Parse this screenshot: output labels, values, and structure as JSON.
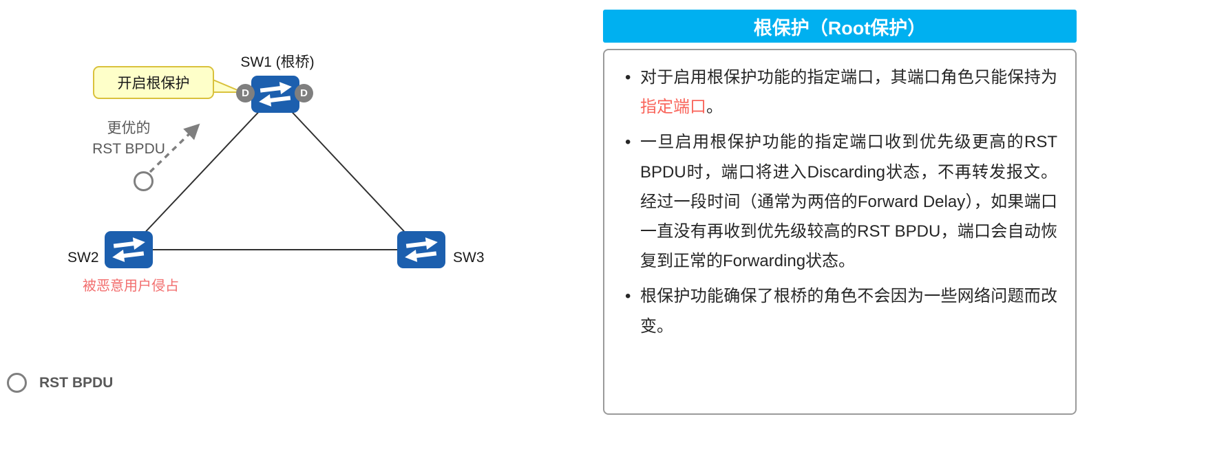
{
  "diagram": {
    "sw1": {
      "label": "SW1 (根桥)",
      "port_left": "D",
      "port_right": "D"
    },
    "sw2": {
      "label": "SW2",
      "note": "被恶意用户侵占"
    },
    "sw3": {
      "label": "SW3"
    },
    "callout": "开启根保护",
    "bpdu_hint": {
      "line1": "更优的",
      "line2": "RST BPDU"
    },
    "legend": {
      "label": "RST BPDU"
    }
  },
  "panel": {
    "title": "根保护（Root保护）",
    "bullet1": {
      "pre": "对于启用根保护功能的指定端口，其端口角色只能保持为",
      "highlight": "指定端口",
      "post": "。"
    },
    "bullet2": "一旦启用根保护功能的指定端口收到优先级更高的RST BPDU时，端口将进入Discarding状态，不再转发报文。经过一段时间（通常为两倍的Forward Delay），如果端口一直没有再收到优先级较高的RST BPDU，端口会自动恢复到正常的Forwarding状态。",
    "bullet3": "根保护功能确保了根桥的角色不会因为一些网络问题而改变。"
  },
  "colors": {
    "header_bg": "#00b0f0",
    "highlight_red": "#f9665c",
    "note_red": "#f26d6d",
    "switch_blue": "#1c5fae",
    "gray_text": "#595959"
  }
}
